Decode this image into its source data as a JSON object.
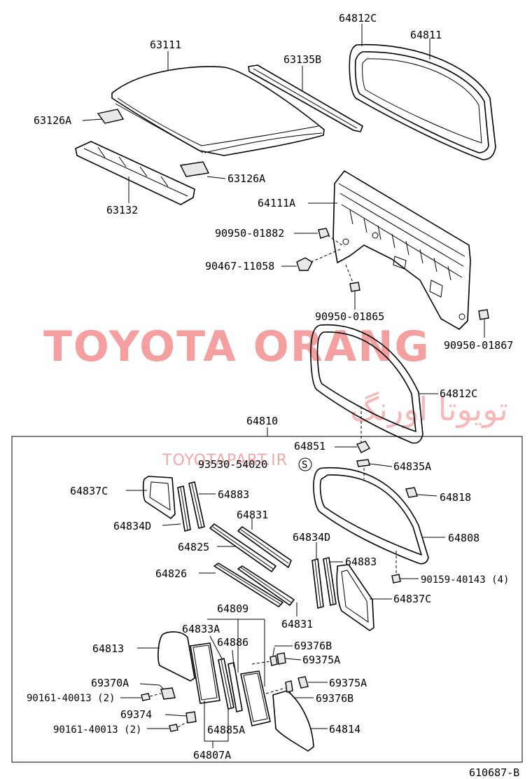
{
  "diagram": {
    "labels": {
      "p63111": "63111",
      "p63135b": "63135B",
      "p64812c_top": "64812C",
      "p64811": "64811",
      "p63126a_left": "63126A",
      "p63126a_right": "63126A",
      "p63132": "63132",
      "p64111a": "64111A",
      "p90950_01882": "90950-01882",
      "p90467_11058": "90467-11058",
      "p90950_01865": "90950-01865",
      "p90950_01867": "90950-01867",
      "p64812c_mid": "64812C",
      "p64810": "64810",
      "p64851": "64851",
      "p93530_54020": "93530-54020",
      "s_symbol": "S",
      "p64835a": "64835A",
      "p64837c_left": "64837C",
      "p64883_left": "64883",
      "p64818": "64818",
      "p64834d_left": "64834D",
      "p64831_top": "64831",
      "p64808": "64808",
      "p64825": "64825",
      "p64834d_right": "64834D",
      "p64883_right": "64883",
      "p90159_40143": "90159-40143 (4)",
      "p64826": "64826",
      "p64837c_right": "64837C",
      "p64831_bottom": "64831",
      "p64809": "64809",
      "p64833a": "64833A",
      "p64886": "64886",
      "p64813": "64813",
      "p69376b_top": "69376B",
      "p69375a_top": "69375A",
      "p69370a": "69370A",
      "p69375a_bottom": "69375A",
      "p90161_40013_a": "90161-40013 (2)",
      "p69376b_bottom": "69376B",
      "p69374": "69374",
      "p64814": "64814",
      "p90161_40013_b": "90161-40013 (2)",
      "p64885a": "64885A",
      "p64807a": "64807A",
      "figure_code": "610687-B"
    },
    "watermark": {
      "latin": "TOYOTA ORANG",
      "farsi": "تویوتا اورنگ",
      "url": "TOYOTAPART.IR",
      "color": "#f4a0a0"
    },
    "colors": {
      "line": "#000000",
      "background": "#ffffff"
    }
  }
}
